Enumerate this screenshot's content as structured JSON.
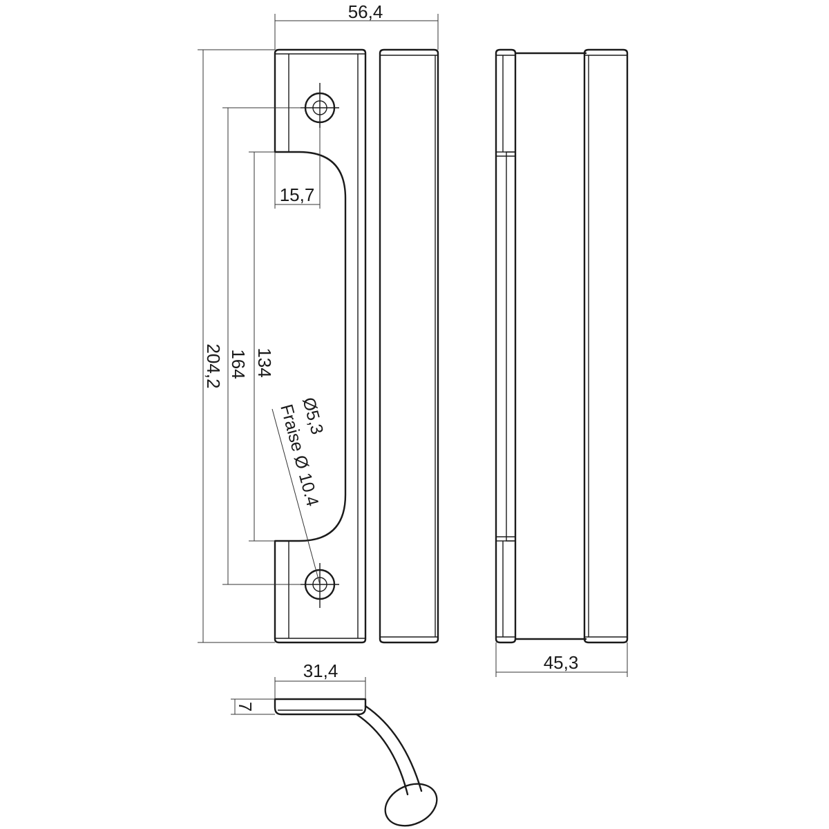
{
  "dimensions": {
    "overall_width": "56,4",
    "overall_height": "204,2",
    "hole_spacing_outer": "164",
    "cutout_length": "134",
    "hole_offset": "15,7",
    "side_depth": "45,3",
    "bottom_width": "31,4",
    "bottom_thickness": "7"
  },
  "hole_spec": {
    "diameter": "Ø5,3",
    "countersink": "Fraise Ø 10.4"
  }
}
